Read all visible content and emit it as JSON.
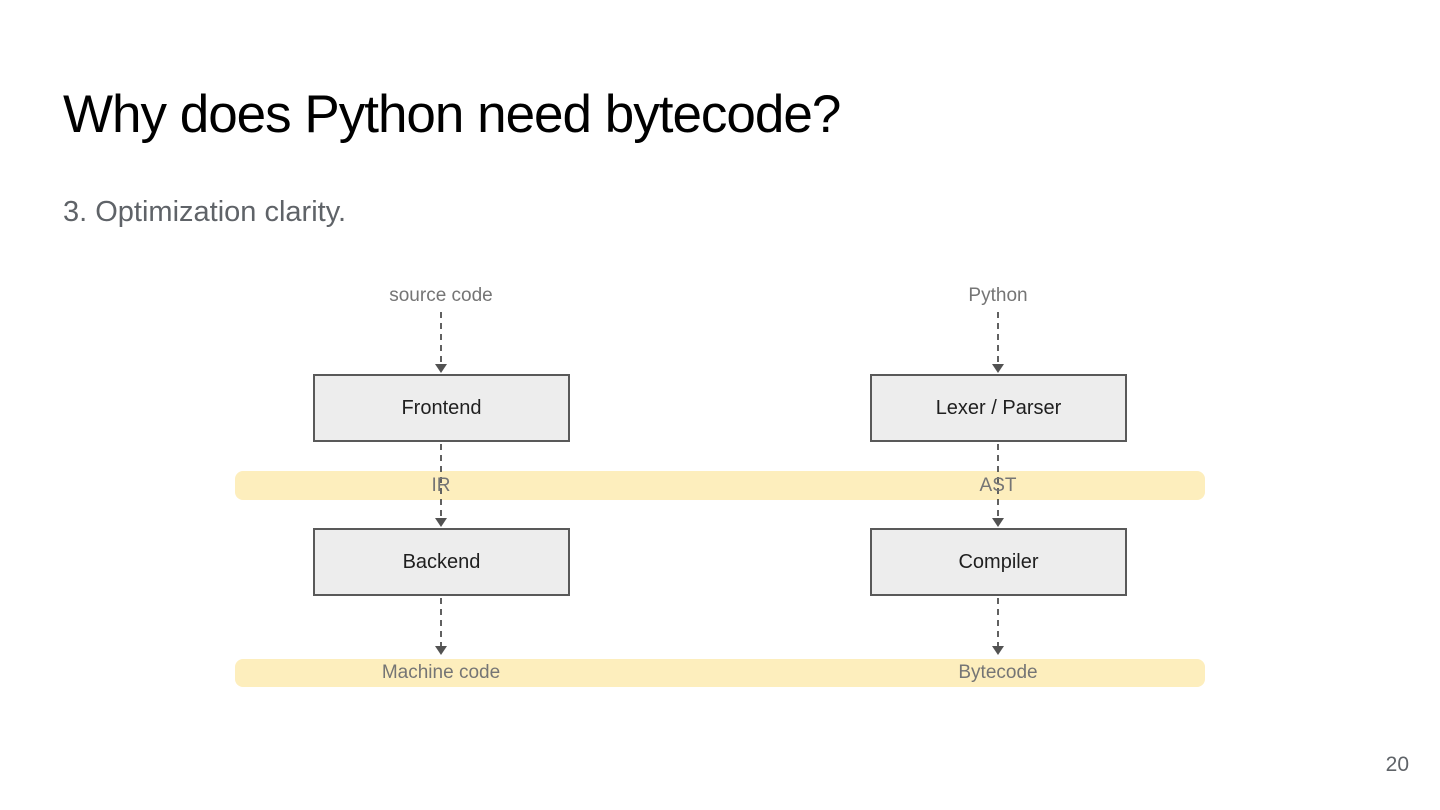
{
  "slide": {
    "title": "Why does Python need bytecode?",
    "subtitle": "3. Optimization clarity.",
    "page_number": "20"
  },
  "diagram": {
    "columns": [
      {
        "input_label": "source code",
        "stage1": "Frontend",
        "mid_label": "IR",
        "stage2": "Backend",
        "output_label": "Machine code"
      },
      {
        "input_label": "Python",
        "stage1": "Lexer / Parser",
        "mid_label": "AST",
        "stage2": "Compiler",
        "output_label": "Bytecode"
      }
    ],
    "colors": {
      "band_fill": "#fdeebd",
      "box_fill": "#ededed",
      "box_border": "#595959",
      "arrow_gray": "#616161",
      "label_gray": "#757575"
    }
  }
}
